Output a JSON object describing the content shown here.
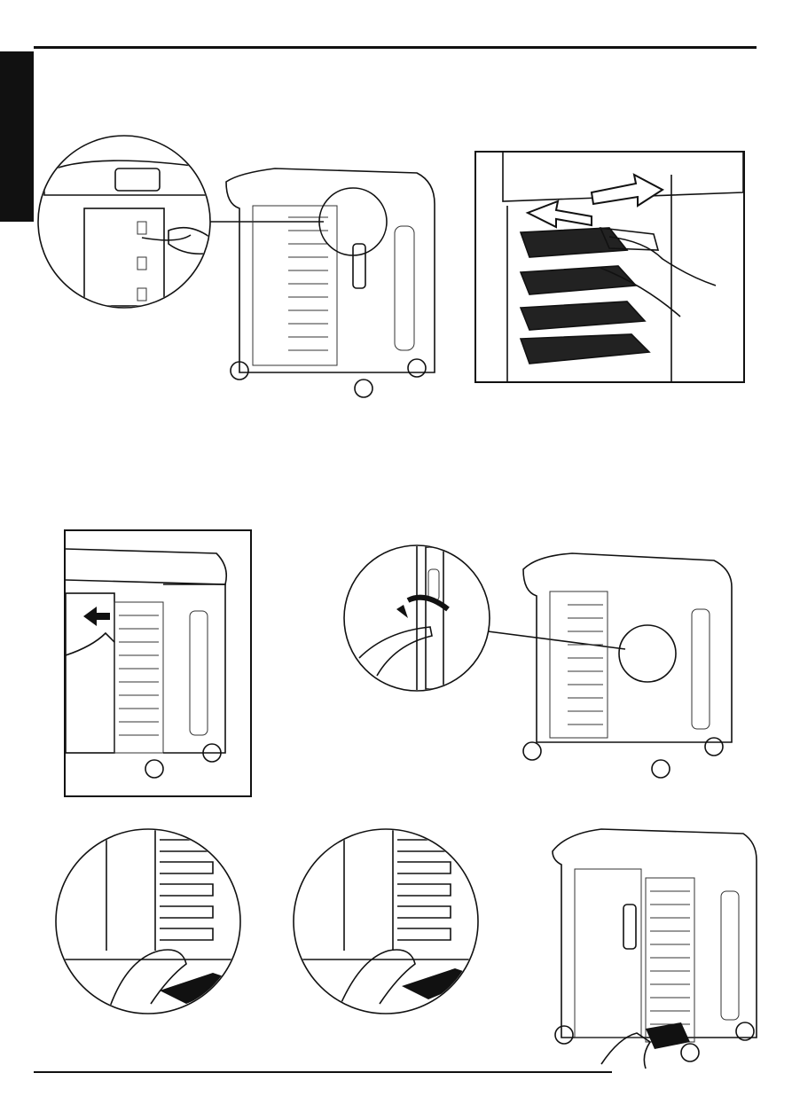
{
  "page": {
    "header_rule": "",
    "side_tab": "",
    "footer_rule": ""
  },
  "figures": [
    {
      "id": "fig-1",
      "icon": "cart-power-outlet-detail"
    },
    {
      "id": "fig-2",
      "icon": "tray-slide-out-arrows"
    },
    {
      "id": "fig-3",
      "icon": "open-door-arrow"
    },
    {
      "id": "fig-4",
      "icon": "unlock-rotate-key"
    },
    {
      "id": "fig-5",
      "icon": "pull-tray-hand"
    },
    {
      "id": "fig-6",
      "icon": "push-tray-hand"
    },
    {
      "id": "fig-7",
      "icon": "cart-insert-tray"
    }
  ],
  "colors": {
    "ink": "#111111",
    "paper": "#ffffff",
    "tray": "#222222"
  }
}
